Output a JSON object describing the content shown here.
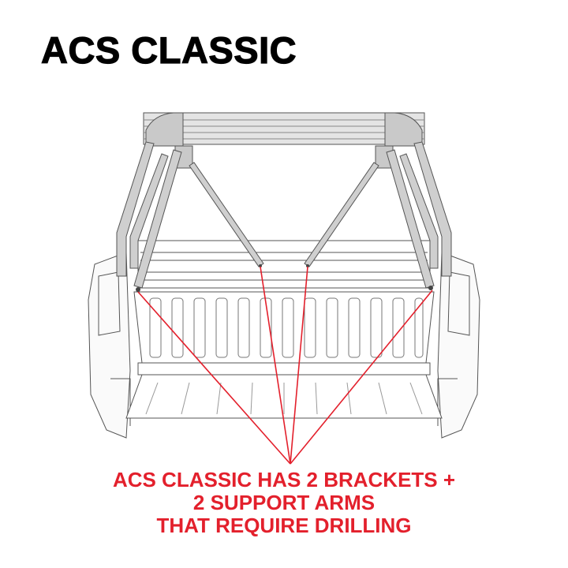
{
  "title": "ACS CLASSIC",
  "callout": {
    "lines": [
      "ACS CLASSIC HAS 2 BRACKETS +",
      "2 SUPPORT ARMS",
      "THAT REQUIRE DRILLING"
    ],
    "color": "#e3202c"
  }
}
